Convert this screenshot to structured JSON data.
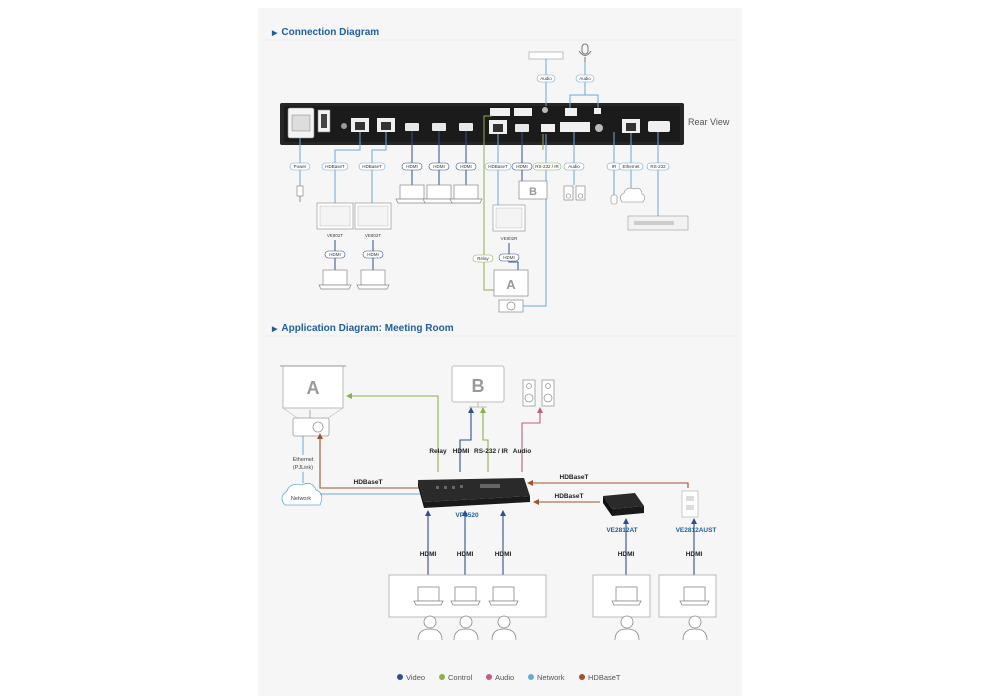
{
  "headings": {
    "connection": "Connection Diagram",
    "application": "Application Diagram: Meeting Room"
  },
  "rear_view": "Rear View",
  "conn_labels": {
    "power": "Power",
    "hdbaset1": "HDBaseT",
    "hdbaset2": "HDBaseT",
    "hdmi1": "HDMI",
    "hdmi2": "HDMI",
    "hdmi3": "HDMI",
    "hdbaset3": "HDBaseT",
    "hdmi_out": "HDMI",
    "rs232ir": "RS-232 / IR",
    "audio_out": "Audio",
    "ir": "IR",
    "ethernet": "Ethernet",
    "rs232": "RS-232",
    "audio_top1": "Audio",
    "audio_top2": "Audio",
    "hdmi_in1": "HDMI",
    "hdmi_in2": "HDMI",
    "hdmi_rx": "HDMI",
    "relay": "Relay",
    "dev_ve802t_1": "VE802T",
    "dev_ve802t_2": "VE802T",
    "dev_ve802r": "VE802R",
    "screen_a": "A",
    "screen_b": "B"
  },
  "app_labels": {
    "screen_a": "A",
    "screen_b": "B",
    "ethernet": "Ethernet",
    "pjlink": "(PJLink)",
    "network": "Network",
    "hdbaset_left": "HDBaseT",
    "relay": "Relay",
    "hdmi_top": "HDMI",
    "rs232ir": "RS-232 / IR",
    "audio": "Audio",
    "hdbaset_right1": "HDBaseT",
    "hdbaset_right2": "HDBaseT",
    "vp3520": "VP3520",
    "ve2812at": "VE2812AT",
    "ve2812aust": "VE2812AUST",
    "hdmi_b1": "HDMI",
    "hdmi_b2": "HDMI",
    "hdmi_b3": "HDMI",
    "hdmi_b4": "HDMI",
    "hdmi_b5": "HDMI"
  },
  "legend": [
    {
      "label": "Video",
      "color": "#2f4f8f"
    },
    {
      "label": "Control",
      "color": "#8db04a"
    },
    {
      "label": "Audio",
      "color": "#c0607a"
    },
    {
      "label": "Network",
      "color": "#6aaad6"
    },
    {
      "label": "HDBaseT",
      "color": "#a0532e"
    }
  ]
}
